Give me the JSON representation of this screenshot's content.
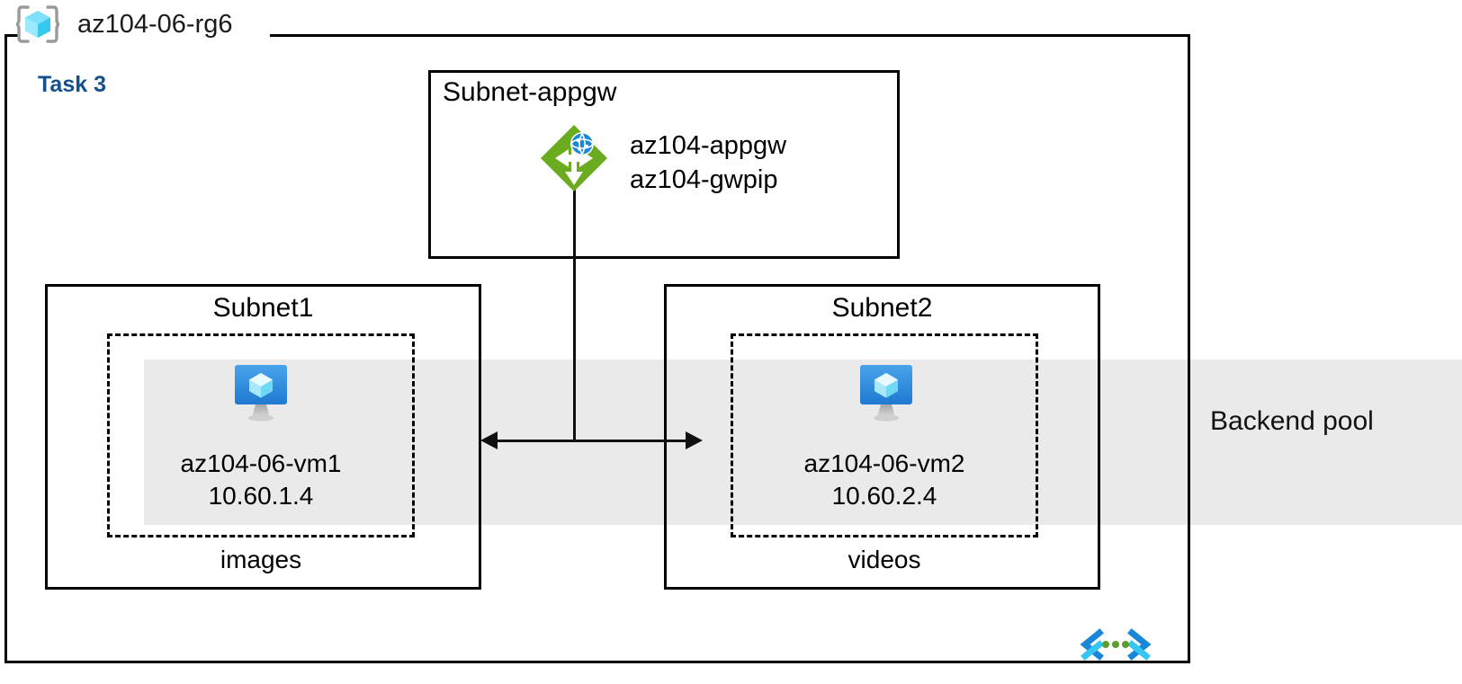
{
  "resource_group": {
    "name": "az104-06-rg6",
    "icon": "resource-group-cube-icon",
    "task_label": "Task 3"
  },
  "backend_pool": {
    "label": "Backend pool",
    "band_color": "#eaeaea"
  },
  "subnet_appgw": {
    "title": "Subnet-appgw",
    "icon": "application-gateway-icon",
    "resources": [
      "az104-appgw",
      "az104-gwpip"
    ]
  },
  "subnets": [
    {
      "title": "Subnet1",
      "vm_icon": "virtual-machine-icon",
      "vm_name": "az104-06-vm1",
      "vm_ip": "10.60.1.4",
      "caption": "images"
    },
    {
      "title": "Subnet2",
      "vm_icon": "virtual-machine-icon",
      "vm_name": "az104-06-vm2",
      "vm_ip": "10.60.2.4",
      "caption": "videos"
    }
  ],
  "footer": {
    "icon": "code-brackets-icon"
  },
  "colors": {
    "task_text": "#14508c",
    "appgw_green": "#59a618",
    "appgw_globe_blue": "#0078d4",
    "vm_blue": "#2e8ce0",
    "cube_cyan": "#50e6ff",
    "band_gray": "#eaeaea",
    "stroke": "#000000"
  }
}
